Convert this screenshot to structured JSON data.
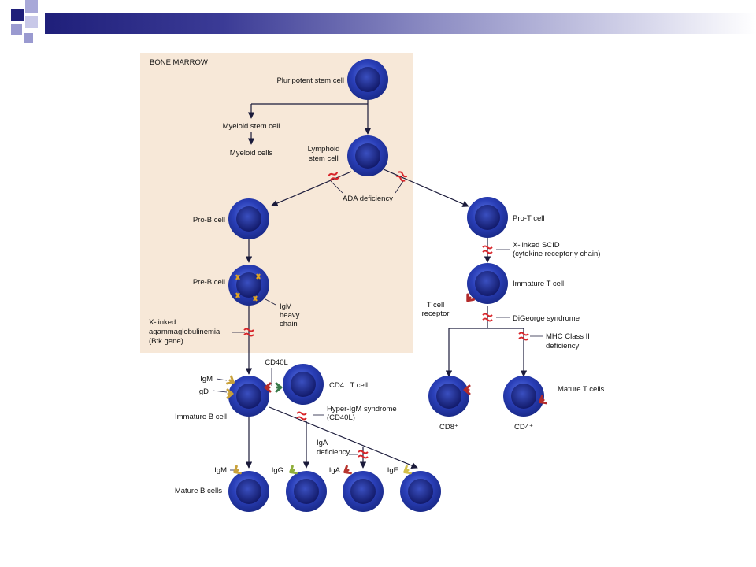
{
  "labels": {
    "bone_marrow": "BONE MARROW",
    "pluripotent": "Pluripotent stem cell",
    "myeloid_stem": "Myeloid stem cell",
    "myeloid_cells": "Myeloid cells",
    "lymphoid_1": "Lymphoid",
    "lymphoid_2": "stem cell",
    "ada": "ADA deficiency",
    "pro_b": "Pro-B cell",
    "pro_t": "Pro-T cell",
    "xscid_1": "X-linked SCID",
    "xscid_2": "(cytokine receptor γ chain)",
    "pre_b": "Pre-B cell",
    "igm_heavy_1": "IgM",
    "igm_heavy_2": "heavy",
    "igm_heavy_3": "chain",
    "immature_t": "Immature T cell",
    "tcr_1": "T cell",
    "tcr_2": "receptor",
    "digeorge": "DiGeorge syndrome",
    "xla_1": "X-linked",
    "xla_2": "agammaglobulinemia",
    "xla_3": "(Btk gene)",
    "mhc_1": "MHC Class II",
    "mhc_2": "deficiency",
    "cd40l": "CD40L",
    "cd4_t": "CD4⁺ T cell",
    "igm_a": "IgM",
    "igd": "IgD",
    "immature_b": "Immature B cell",
    "hyper_igm_1": "Hyper-IgM syndrome",
    "hyper_igm_2": "(CD40L)",
    "cd8": "CD8⁺",
    "cd4": "CD4⁺",
    "mature_t": "Mature T cells",
    "iga_def_1": "IgA",
    "iga_def_2": "deficiency",
    "igm_b": "IgM",
    "igg": "IgG",
    "iga": "IgA",
    "ige": "IgE",
    "mature_b": "Mature B cells"
  },
  "colors": {
    "bone_marrow_bg": "#f7e8d8",
    "cell_blue": "#2a3fb8",
    "block_red": "#d8262b",
    "igm_gold": "#c9a13a",
    "igg_green": "#8fae3a",
    "iga_red": "#b8352f",
    "ige_yellow": "#d4c04a",
    "tcr_red": "#b32b2b"
  }
}
